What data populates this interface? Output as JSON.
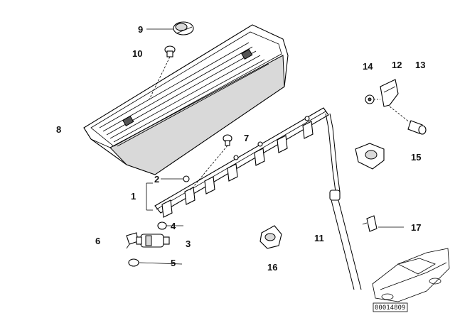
{
  "diagram": {
    "callouts": [
      "1",
      "2",
      "3",
      "4",
      "5",
      "6",
      "7",
      "8",
      "9",
      "10",
      "11",
      "12",
      "13",
      "14",
      "15",
      "16",
      "17"
    ],
    "reference_code": "00014809"
  }
}
